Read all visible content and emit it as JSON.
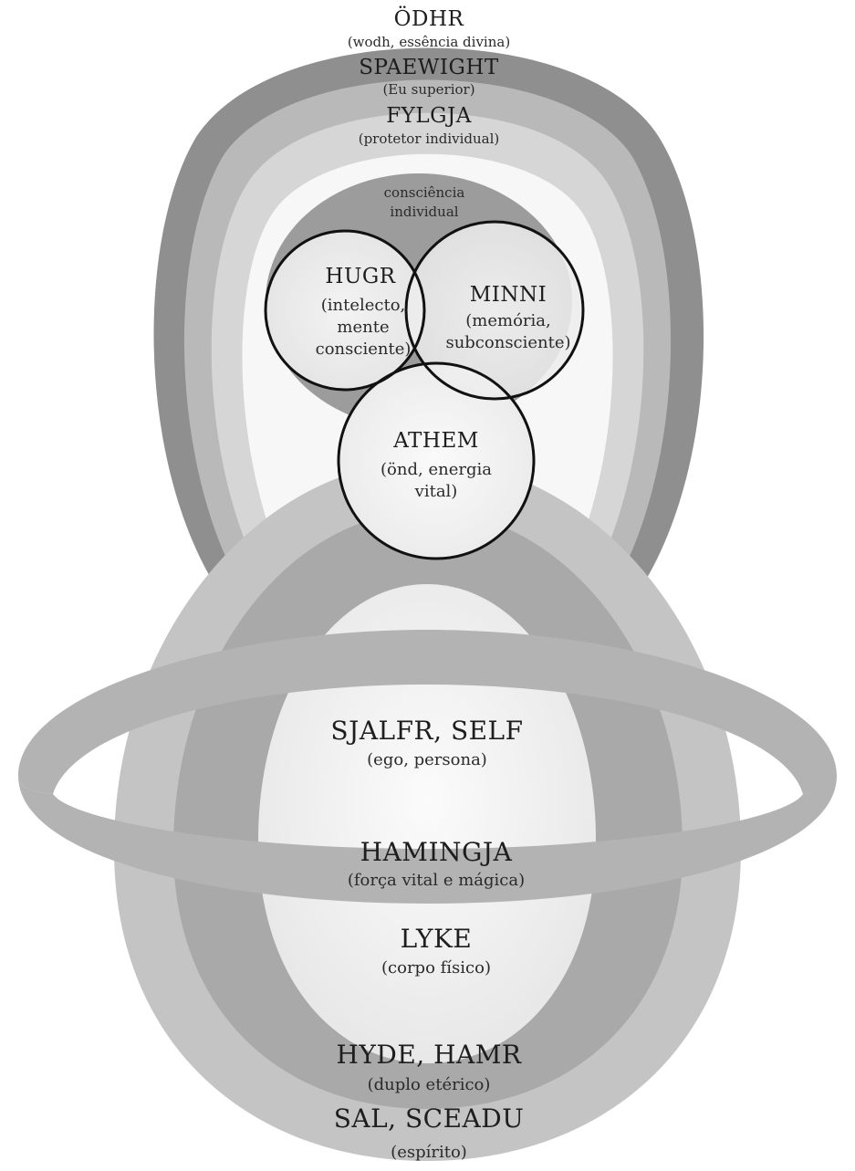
{
  "layers": {
    "odhr": {
      "name": "ÖDHR",
      "desc": "(wodh, essência divina)"
    },
    "spaewight": {
      "name": "SPAEWIGHT",
      "desc": "(Eu superior)"
    },
    "fylgja": {
      "name": "FYLGJA",
      "desc": "(protetor individual)"
    },
    "consciencia": {
      "line1": "consciência",
      "line2": "individual"
    },
    "hugr": {
      "name": "HUGR",
      "line1": "(intelecto,",
      "line2": "mente",
      "line3": "consciente)"
    },
    "minni": {
      "name": "MINNI",
      "line1": "(memória,",
      "line2": "subconsciente)"
    },
    "athem": {
      "name": "ATHEM",
      "line1": "(önd, energia",
      "line2": "vital)"
    },
    "sjalfr": {
      "name": "SJALFR, SELF",
      "desc": "(ego, persona)"
    },
    "hamingja": {
      "name": "HAMINGJA",
      "desc": "(força vital e mágica)"
    },
    "lyke": {
      "name": "LYKE",
      "desc": "(corpo físico)"
    },
    "hyde": {
      "name": "HYDE, HAMR",
      "desc": "(duplo etérico)"
    },
    "sal": {
      "name": "SAL, SCEADU",
      "desc": "(espírito)"
    }
  },
  "colors": {
    "odhr_ring": "#8f8f8f",
    "spaewight_ring": "#b9b9b9",
    "fylgja_ring": "#d6d6d6",
    "inner_space": "#f7f7f7",
    "consciencia_cap": "#9c9c9c",
    "circle_fill": "#f1f1f1",
    "sal_ring": "#c4c4c4",
    "hyde_ring": "#a9a9a9",
    "hamingja_band": "#b3b3b3",
    "lyke_egg": "#f3f3f3",
    "outline": "#111111"
  }
}
